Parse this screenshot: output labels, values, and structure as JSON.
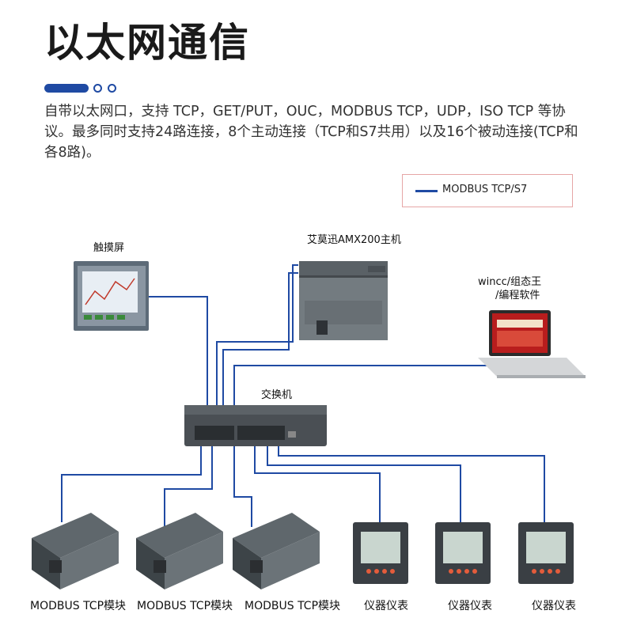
{
  "title": "以太网通信",
  "description": "自带以太网口，支持 TCP，GET/PUT，OUC，MODBUS TCP，UDP，ISO TCP 等协议。最多同时支持24路连接，8个主动连接（TCP和S7共用）以及16个被动连接(TCP和各8路)。",
  "legend": {
    "label": "MODBUS TCP/S7",
    "color": "#1f4aa3"
  },
  "labels": {
    "touchscreen": "触摸屏",
    "plc": "艾莫迅AMX200主机",
    "laptop_line1": "wincc/组态王",
    "laptop_line2": "/编程软件",
    "switch": "交换机",
    "module1": "MODBUS TCP模块",
    "module2": "MODBUS TCP模块",
    "module3": "MODBUS TCP模块",
    "meter1": "仪器仪表",
    "meter2": "仪器仪表",
    "meter3": "仪器仪表"
  },
  "colors": {
    "accent": "#1f4aa3",
    "device_body": "#6b7378",
    "device_dark": "#3d4448",
    "switch_body": "#4a4f54"
  }
}
